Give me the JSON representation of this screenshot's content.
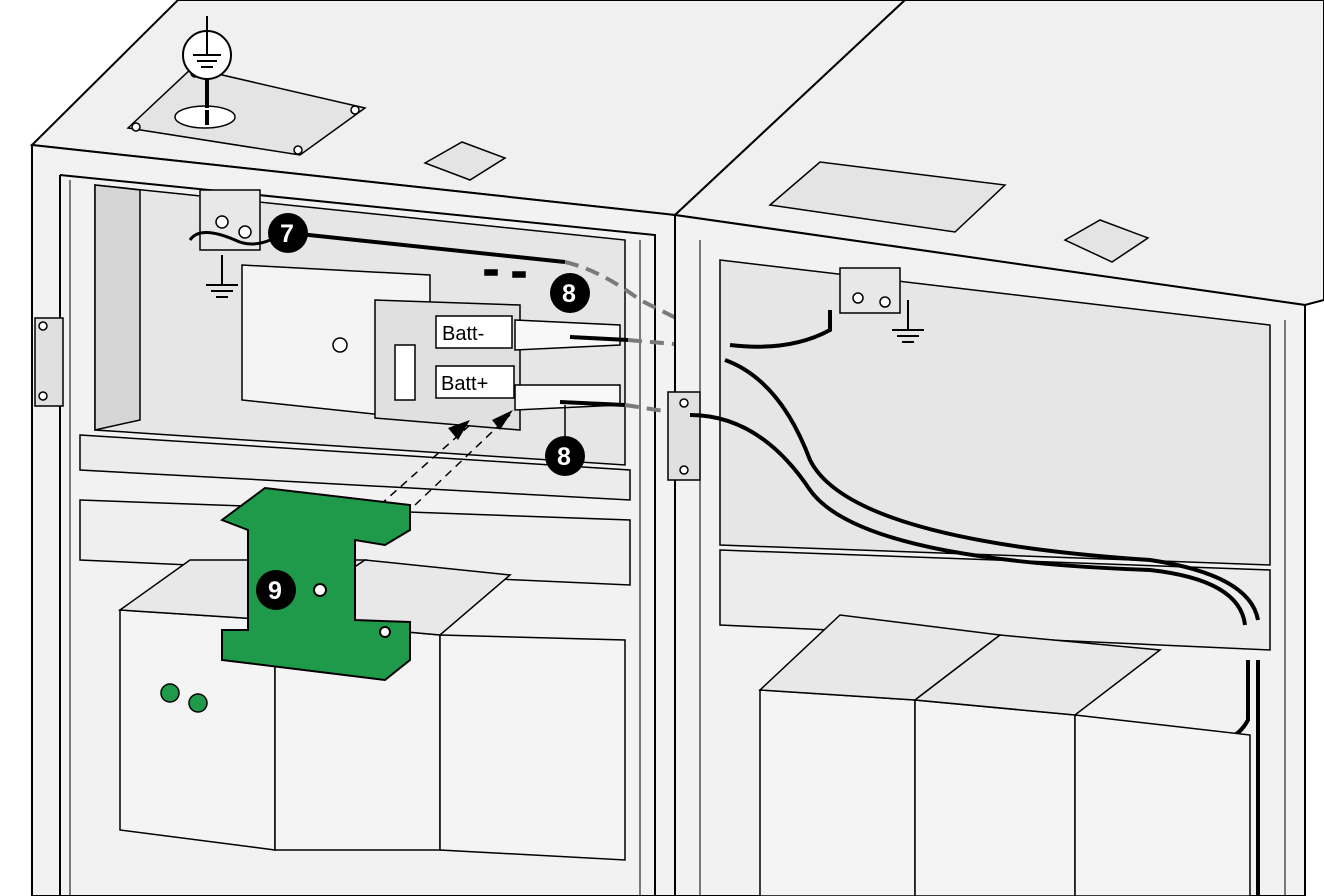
{
  "labels": {
    "batt_minus": "Batt-",
    "batt_plus": "Batt+"
  },
  "callouts": {
    "c7": "7",
    "c8_top": "8",
    "c8_bottom": "8",
    "c9": "9"
  },
  "colors": {
    "bracket_green": "#1f9a4a",
    "line": "#000000",
    "panel_fill": "#f0f0f0",
    "dashed_cable": "#7a7a7a"
  },
  "icons": [
    "ground-icon",
    "earth-ground-symbol"
  ]
}
